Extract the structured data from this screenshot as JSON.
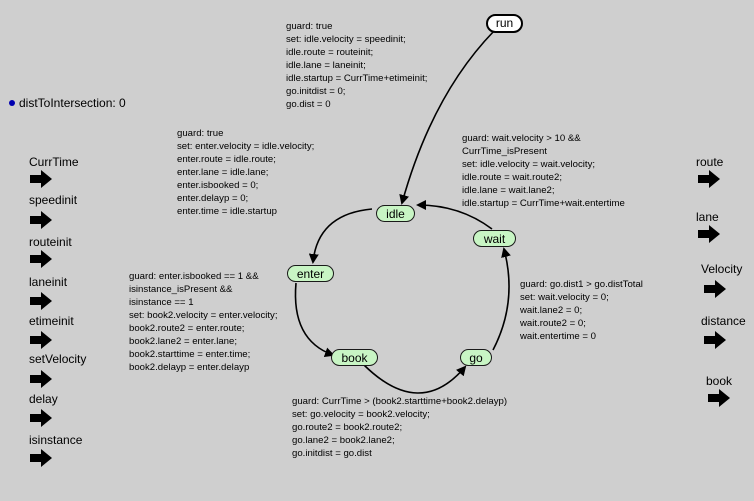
{
  "colors": {
    "background": "#cfcfcf",
    "state_fill": "#c8f5c4",
    "init_fill": "#ffffff",
    "bullet": "#0000b0"
  },
  "variable": {
    "text": "distToIntersection: 0",
    "bullet_icon": "bullet-dot"
  },
  "inputs": [
    "CurrTime",
    "speedinit",
    "routeinit",
    "laneinit",
    "etimeinit",
    "setVelocity",
    "delay",
    "isinstance"
  ],
  "outputs": [
    "route",
    "lane",
    "Velocity",
    "distance",
    "book"
  ],
  "states": {
    "run": "run",
    "idle": "idle",
    "wait": "wait",
    "enter": "enter",
    "book": "book",
    "go": "go"
  },
  "transitions": {
    "run_idle": [
      "guard: true",
      "set: idle.velocity = speedinit;",
      "idle.route = routeinit;",
      "idle.lane = laneinit;",
      "idle.startup = CurrTime+etimeinit;",
      "go.initdist = 0;",
      "go.dist = 0"
    ],
    "idle_enter": [
      "guard: true",
      "set: enter.velocity = idle.velocity;",
      "enter.route = idle.route;",
      "enter.lane = idle.lane;",
      "enter.isbooked = 0;",
      "enter.delayp = 0;",
      "enter.time = idle.startup"
    ],
    "wait_idle": [
      "guard: wait.velocity > 10 &&",
      "CurrTime_isPresent",
      "set: idle.velocity = wait.velocity;",
      "idle.route = wait.route2;",
      "idle.lane = wait.lane2;",
      "idle.startup = CurrTime+wait.entertime"
    ],
    "enter_book": [
      "guard: enter.isbooked == 1 &&",
      "isinstance_isPresent &&",
      "isinstance == 1",
      "set: book2.velocity = enter.velocity;",
      "book2.route2 = enter.route;",
      "book2.lane2 = enter.lane;",
      "book2.starttime = enter.time;",
      "book2.delayp = enter.delayp"
    ],
    "go_wait": [
      "guard: go.dist1 > go.distTotal",
      "set: wait.velocity = 0;",
      "wait.lane2 = 0;",
      "wait.route2 = 0;",
      "wait.entertime = 0"
    ],
    "book_go": [
      "guard: CurrTime > (book2.starttime+book2.delayp)",
      "set: go.velocity = book2.velocity;",
      "go.route2 = book2.route2;",
      "go.lane2 = book2.lane2;",
      "go.initdist = go.dist"
    ]
  }
}
